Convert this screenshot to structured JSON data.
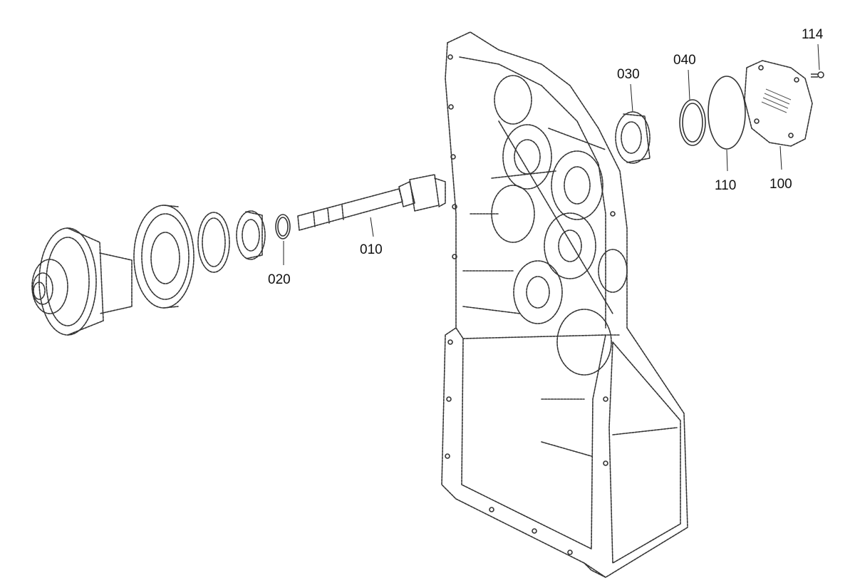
{
  "callouts": [
    {
      "id": "010",
      "label": "010"
    },
    {
      "id": "020",
      "label": "020"
    },
    {
      "id": "030",
      "label": "030"
    },
    {
      "id": "040",
      "label": "040"
    },
    {
      "id": "100",
      "label": "100"
    },
    {
      "id": "110",
      "label": "110"
    },
    {
      "id": "114",
      "label": "114"
    }
  ]
}
